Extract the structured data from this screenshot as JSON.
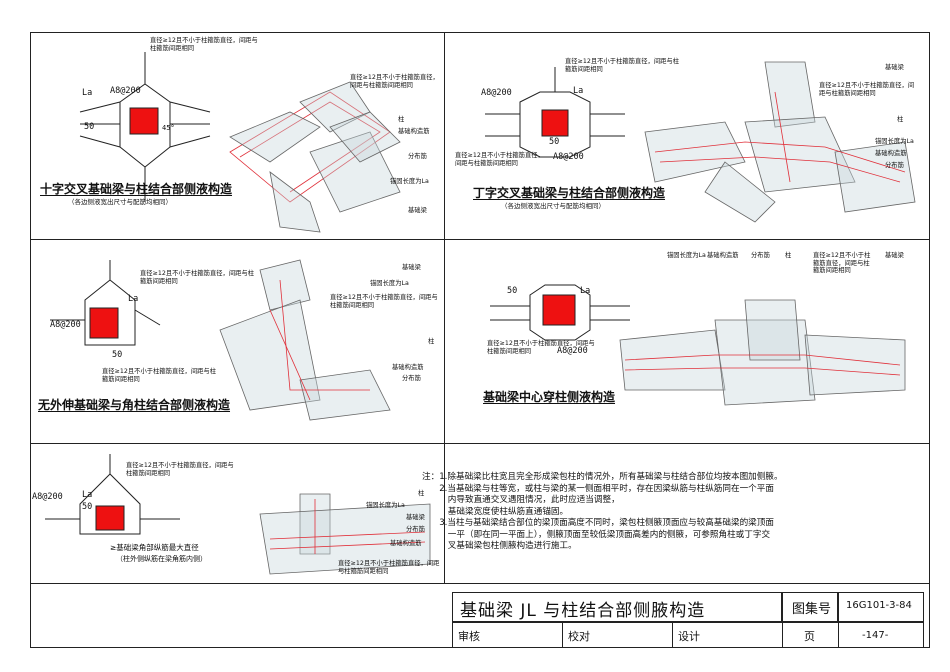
{
  "panels": {
    "p1": {
      "title": "十字交叉基础梁与柱结合部侧液构造",
      "subtitle": "（各边侧液宽出尺寸与配筋均相同）",
      "dim_a": "A8@200",
      "dim_la": "La",
      "dim_50": "50",
      "dim_45": "45°",
      "note_top": "直径≥12且不小于柱箍筋直径，间距与柱箍筋间距相同",
      "labels": [
        "直径≥12且不小于柱箍筋直径，间距与柱箍筋间距相同",
        "柱",
        "基础构造筋",
        "分布筋",
        "锚固长度为La",
        "基础梁"
      ]
    },
    "p2": {
      "title": "丁字交叉基础梁与柱结合部侧液构造",
      "subtitle": "（各边侧液宽出尺寸与配筋均相同）",
      "dim_a1": "A8@200",
      "dim_a2": "A8@200",
      "dim_la": "La",
      "dim_50": "50",
      "note_top": "直径≥12且不小于柱箍筋直径，间距与柱箍筋间距相同",
      "note_bottom": "直径≥12且不小于柱箍筋直径，间距与柱箍筋间距相同",
      "labels": [
        "基础梁",
        "直径≥12且不小于柱箍筋直径，间距与柱箍筋间距相同",
        "柱",
        "锚固长度为La",
        "基础构造筋",
        "分布筋"
      ]
    },
    "p3": {
      "title": "无外伸基础梁与角柱结合部侧液构造",
      "dim_a": "A8@200",
      "dim_la": "La",
      "dim_50": "50",
      "note_top": "直径≥12且不小于柱箍筋直径，间距与柱箍筋间距相同",
      "note_bottom": "直径≥12且不小于柱箍筋直径，间距与柱箍筋间距相同",
      "labels": [
        "基础梁",
        "锚固长度为La",
        "直径≥12且不小于柱箍筋直径，间距与柱箍筋间距相同",
        "柱",
        "基础构造筋",
        "分布筋"
      ]
    },
    "p4": {
      "title": "基础梁中心穿柱侧液构造",
      "dim_a": "A8@200",
      "dim_la": "La",
      "dim_50": "50",
      "note_bottom": "直径≥12且不小于柱箍筋直径，间距与柱箍筋间距相同",
      "labels": [
        "锚固长度为La",
        "基础构造筋",
        "分布筋",
        "柱",
        "直径≥12且不小于柱箍筋直径，间距与柱箍筋间距相同",
        "基础梁"
      ]
    },
    "p5": {
      "dim_a": "A8@200",
      "dim_la": "La",
      "dim_50": "50",
      "note_top": "直径≥12且不小于柱箍筋直径，间距与柱箍筋间距相同",
      "note_mid": "≥基础梁角部纵筋最大直径",
      "note_mid2": "（柱外侧纵筋在梁角筋内侧）",
      "labels": [
        "柱",
        "锚固长度为La",
        "基础梁",
        "分布筋",
        "基础构造筋",
        "直径≥12且不小于柱箍筋直径，间距与柱箍筋间距相同"
      ]
    }
  },
  "notes": [
    "注：1.除基础梁比柱宽且完全形成梁包柱的情况外，所有基础梁与柱结合部位均按本图加侧腋。",
    "　　2.当基础梁与柱等宽，或柱与梁的某一侧面相平时，存在因梁纵筋与柱纵筋同在一个平面",
    "　　　内导致直通交叉遇阻情况，此时应适当调整，",
    "　　　基础梁宽度使柱纵筋直通锚固。",
    "　　3.当柱与基础梁结合部位的梁顶面高度不同时，梁包柱侧腋顶面应与较高基础梁的梁顶面",
    "　　　一平（即在同一平面上），侧腋顶面至较低梁顶面高差内的侧腋，可参照角柱或丁字交",
    "　　　叉基础梁包柱侧腋构造进行施工。"
  ],
  "titleblock": {
    "title": "基础梁 JL 与柱结合部侧腋构造",
    "atlas_label": "图集号",
    "atlas_no": "16G101-3-84",
    "review": "审核",
    "check": "校对",
    "design": "设计",
    "page_label": "页",
    "page_no": "-147-"
  },
  "colors": {
    "rebar": "#e0303a",
    "column": "#ee1111",
    "concrete": "#c8d8dc",
    "line": "#222222"
  }
}
